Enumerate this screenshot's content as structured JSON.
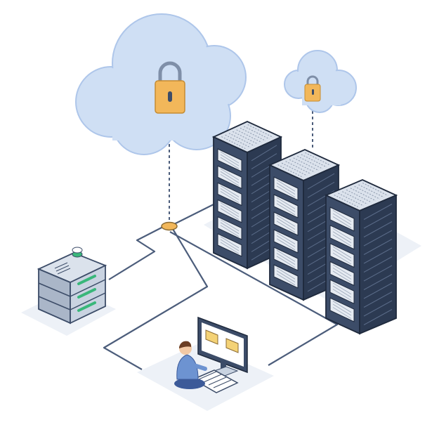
{
  "title": "",
  "palette": {
    "background": "#ffffff",
    "cloud_fill": "#cfdff4",
    "cloud_stroke": "#a9c2e6",
    "lock_body": "#f2b75a",
    "lock_shackle": "#7f8fa8",
    "server_front": "#3c4c68",
    "server_side": "#2c3a52",
    "server_top": "#dbe2ec",
    "server_outline": "#1f2a3d",
    "drive_slot": "#e6ebf2",
    "platform": "#e9eef6",
    "connection_line": "#4c5d7b",
    "node_dot": "#f2b75a",
    "storage_indicator": "#39b77a",
    "monitor_screen": "#ffffff",
    "screen_tile": "#f4d276",
    "person_shirt": "#6d93d1",
    "person_pants": "#3c5a99",
    "person_hair": "#6b3e24"
  },
  "components": {
    "clouds": [
      {
        "id": "cloud-large",
        "has_lock": true
      },
      {
        "id": "cloud-small",
        "has_lock": true
      }
    ],
    "server_racks": [
      {
        "id": "rack-1"
      },
      {
        "id": "rack-2"
      },
      {
        "id": "rack-3"
      }
    ],
    "storage_unit": {
      "drawers": 3,
      "indicator": "green"
    },
    "workstation": {
      "monitor": true,
      "keyboard": true,
      "user": true
    },
    "icons": [
      "cloud-icon",
      "padlock-icon",
      "server-rack-icon",
      "storage-drive-icon",
      "monitor-icon",
      "keyboard-icon",
      "user-icon"
    ]
  }
}
